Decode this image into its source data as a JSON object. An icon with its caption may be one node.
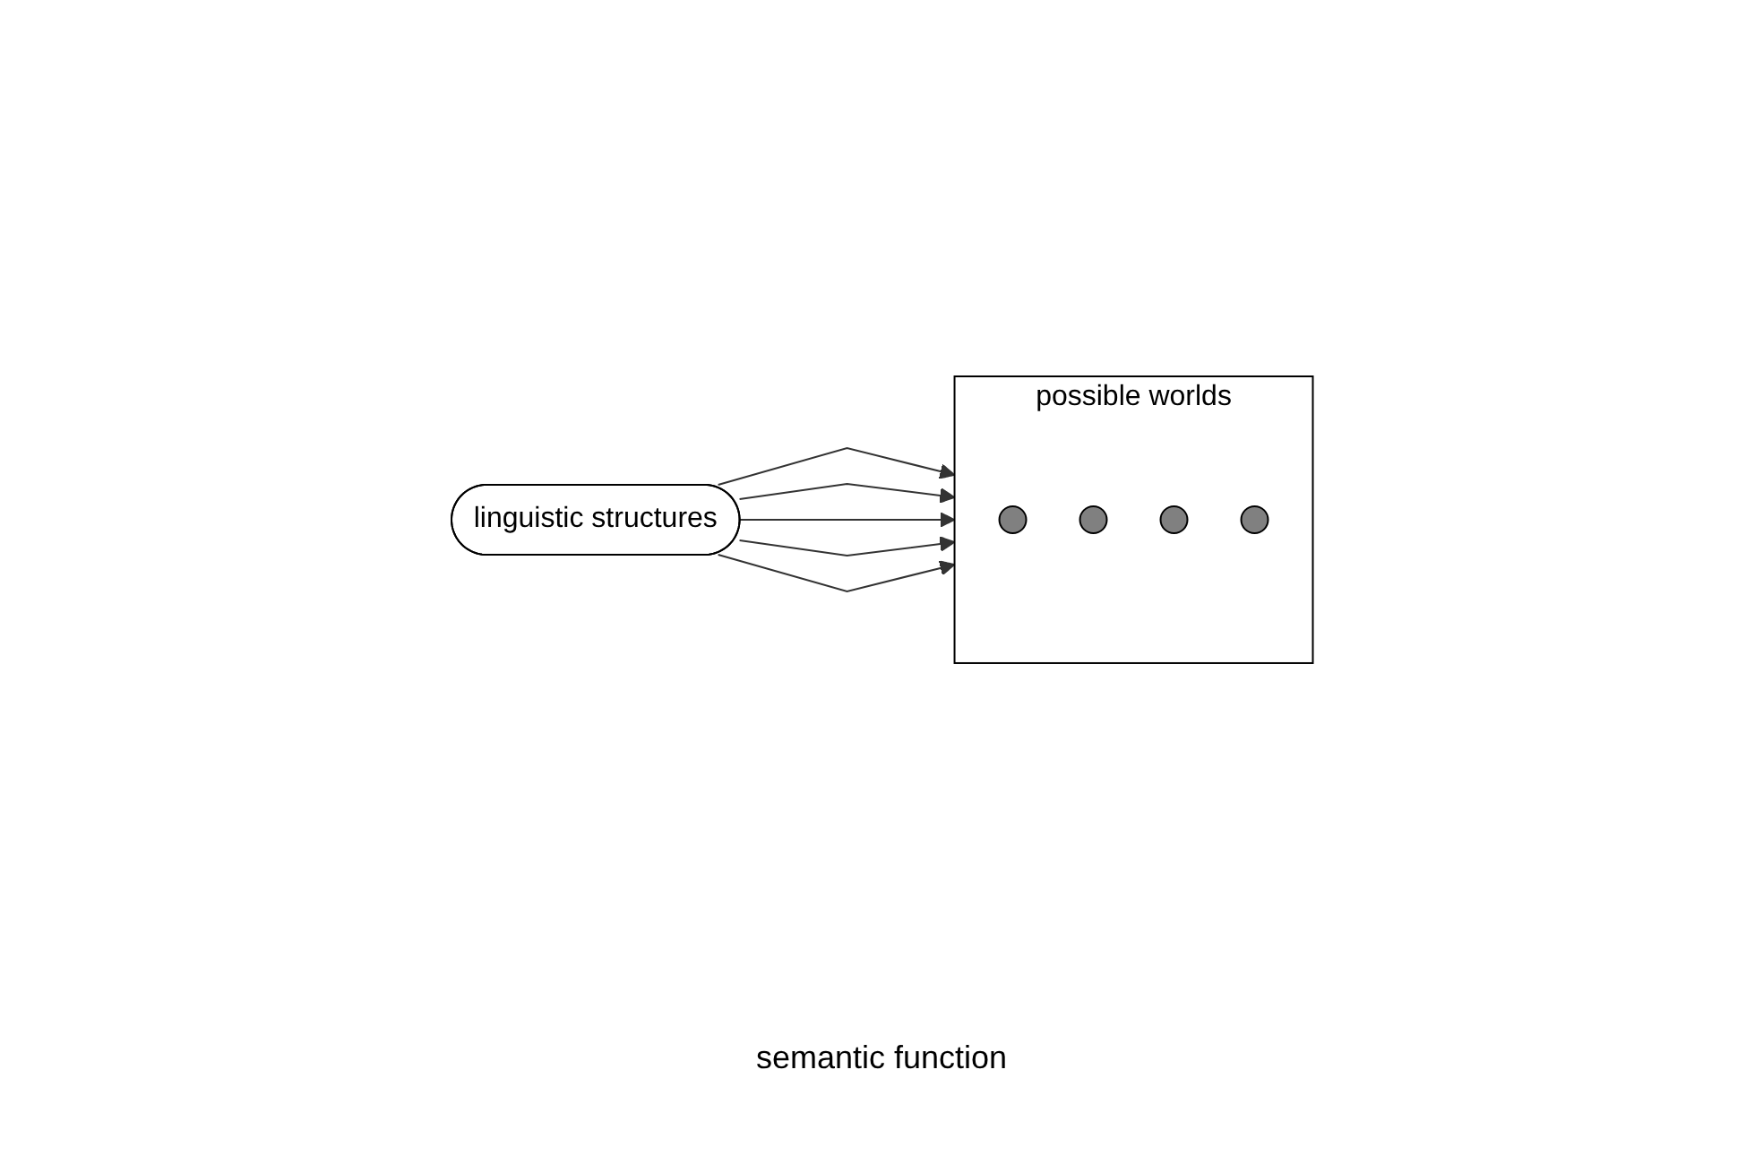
{
  "diagram": {
    "nodes": [
      {
        "text": [
          "linguistic structures"
        ]
      },
      {
        "text": [
          "possible worlds"
        ]
      },
      {
        "text": [],
        "shape": "circle",
        "in": 1
      },
      {
        "text": [],
        "shape": "circle",
        "in": 1
      },
      {
        "text": [],
        "shape": "circle",
        "in": 1
      },
      {
        "text": [],
        "shape": "circle",
        "in": 1
      }
    ],
    "edges": [
      {
        "from": 0,
        "to": 1,
        "arrow": "to"
      },
      {
        "from": 0,
        "to": 1,
        "arrow": "to"
      },
      {
        "from": 0,
        "to": 1,
        "arrow": "to"
      },
      {
        "from": 0,
        "to": 1,
        "arrow": "to"
      },
      {
        "from": 0,
        "to": 1,
        "arrow": "to"
      }
    ],
    "labels": [
      "semantic function"
    ]
  }
}
